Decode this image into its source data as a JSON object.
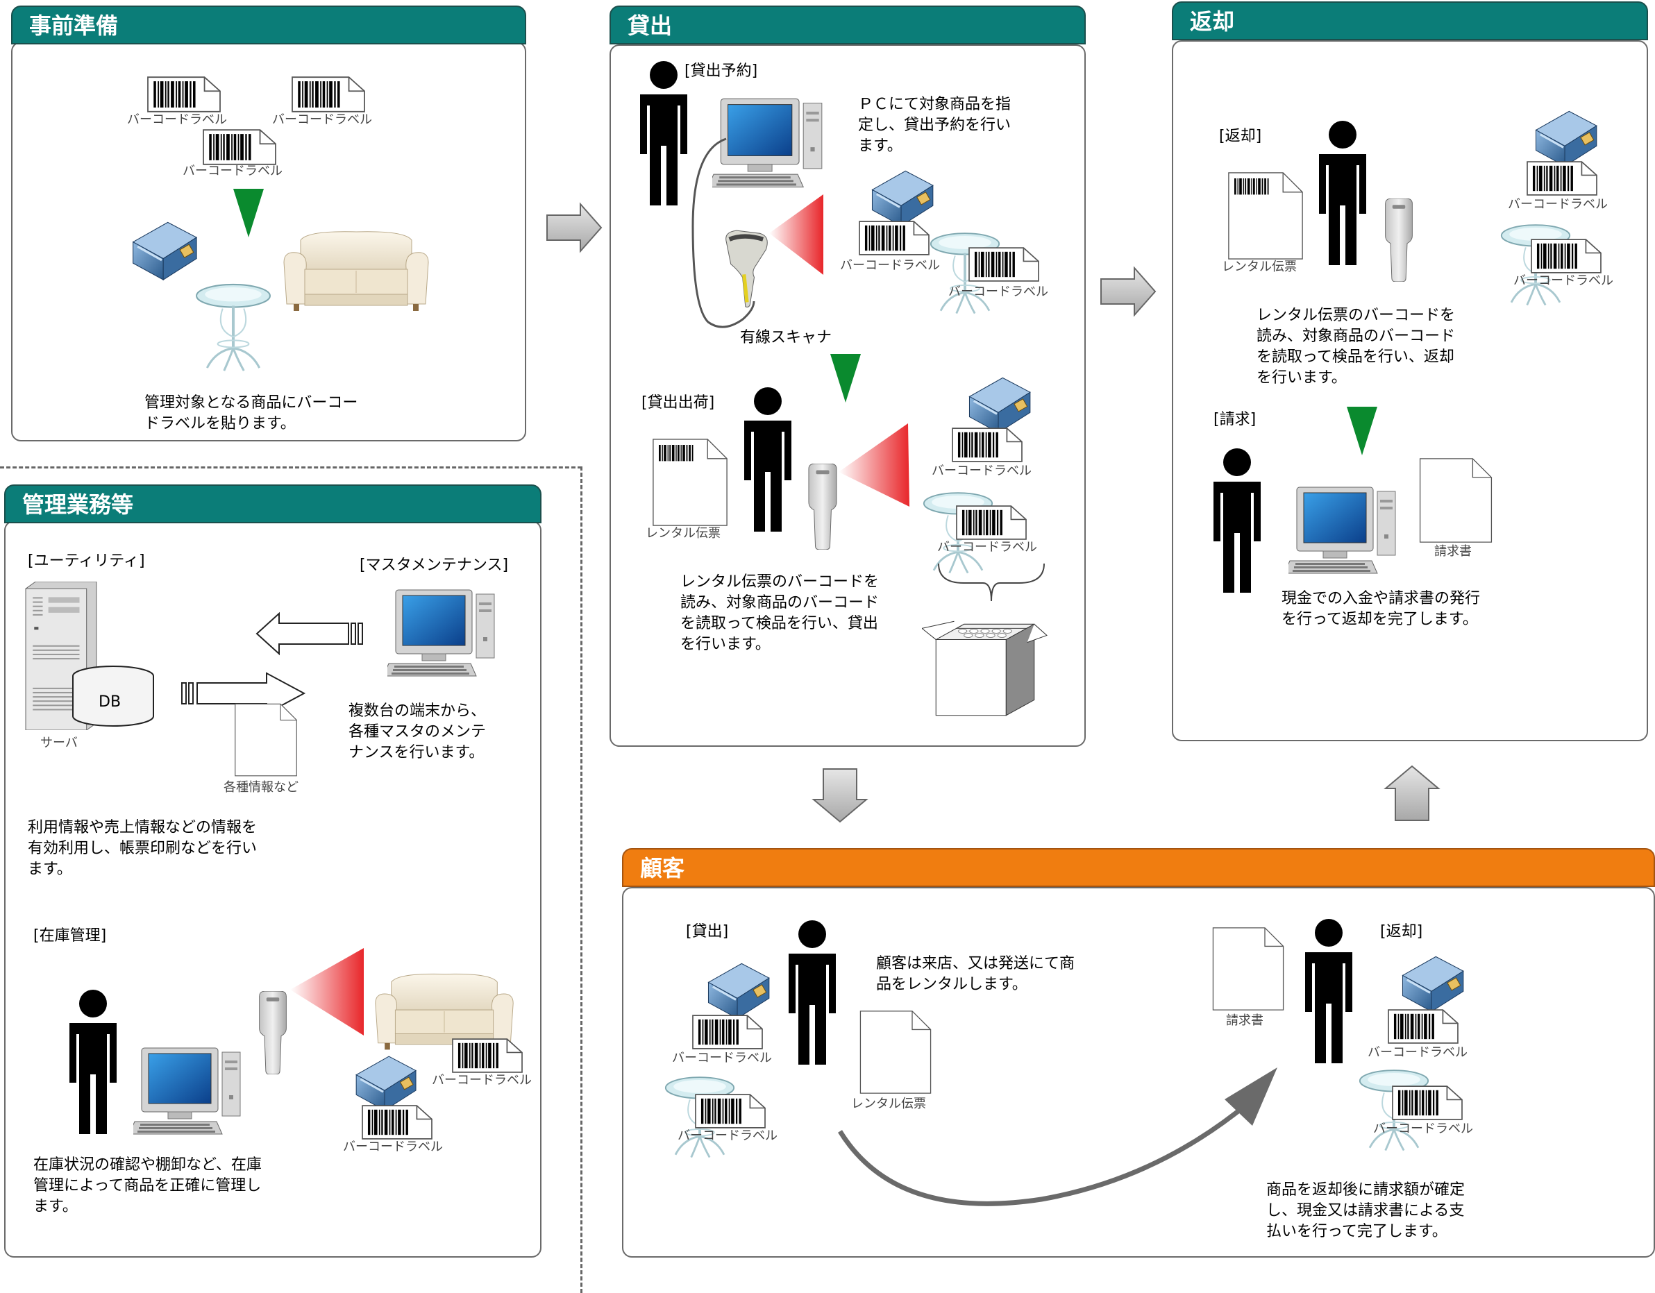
{
  "colors": {
    "teal": "#0b7d78",
    "orange": "#f07d10",
    "green_triangle": "#0a8a2e",
    "scanner_beam": "#e8262a"
  },
  "panels": {
    "prep": {
      "title": "事前準備",
      "labels": [
        "バーコードラベル",
        "バーコードラベル",
        "バーコードラベル"
      ],
      "desc": "管理対象となる商品にバーコー\nドラベルを貼ります。"
    },
    "admin": {
      "title": "管理業務等",
      "utility": "[ユーティリティ]",
      "master": "[マスタメンテナンス]",
      "db": "DB",
      "server": "サーバ",
      "info": "各種情報など",
      "master_desc": "複数台の端末から、\n各種マスタのメンテ\nナンスを行います。",
      "utility_desc": "利用情報や売上情報などの情報を\n有効利用し、帳票印刷などを行い\nます。",
      "inventory": "[在庫管理]",
      "inv_labels": [
        "バーコードラベル",
        "バーコードラベル"
      ],
      "inventory_desc": "在庫状況の確認や棚卸など、在庫\n管理によって商品を正確に管理し\nます。"
    },
    "lend": {
      "title": "貸出",
      "reserve": "[貸出予約]",
      "reserve_desc": "ＰＣにて対象商品を指\n定し、貸出予約を行い\nます。",
      "scanner": "有線スキャナ",
      "labels": [
        "バーコードラベル",
        "バーコードラベル"
      ],
      "ship": "[貸出出荷]",
      "slip": "レンタル伝票",
      "ship_labels": [
        "バーコードラベル",
        "バーコードラベル"
      ],
      "ship_desc": "レンタル伝票のバーコードを\n読み、対象商品のバーコード\nを読取って検品を行い、貸出\nを行います。"
    },
    "return": {
      "title": "返却",
      "ret": "[返却]",
      "slip": "レンタル伝票",
      "labels": [
        "バーコードラベル",
        "バーコードラベル"
      ],
      "ret_desc": "レンタル伝票のバーコードを\n読み、対象商品のバーコード\nを読取って検品を行い、返却\nを行います。",
      "bill": "[請求]",
      "invoice": "請求書",
      "bill_desc": "現金での入金や請求書の発行\nを行って返却を完了します。"
    },
    "customer": {
      "title": "顧客",
      "lend": "[貸出]",
      "lend_desc": "顧客は来店、又は発送にて商\n品をレンタルします。",
      "labels": [
        "バーコードラベル",
        "バーコードラベル"
      ],
      "slip": "レンタル伝票",
      "invoice": "請求書",
      "ret": "[返却]",
      "ret_labels": [
        "バーコードラベル",
        "バーコードラベル"
      ],
      "ret_desc": "商品を返却後に請求額が確定\nし、現金又は請求書による支\n払いを行って完了します。"
    }
  }
}
